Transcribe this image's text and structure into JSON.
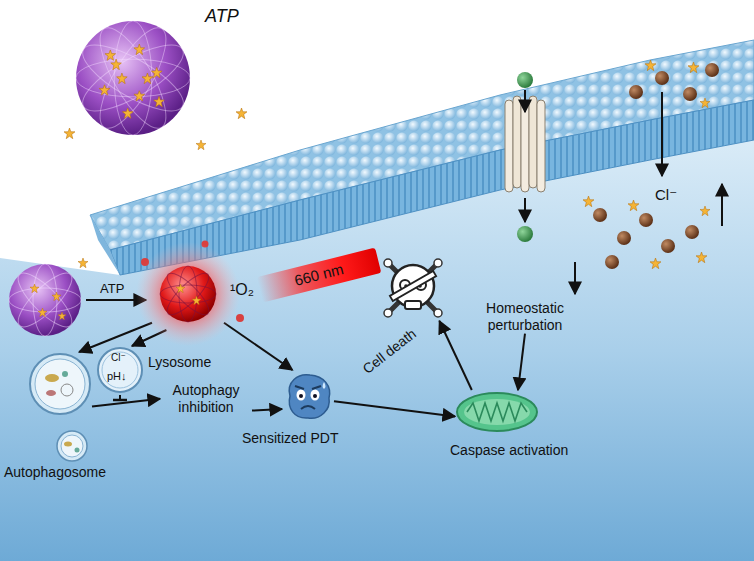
{
  "diagram": {
    "nodes": [
      {
        "text": [
          "ATP"
        ]
      },
      {
        "text": [
          "660 nm"
        ]
      },
      {
        "text": [
          "¹O₂"
        ]
      },
      {
        "text": [
          "Cl⁻",
          "pH↓",
          "Lysosome"
        ]
      },
      {
        "text": [
          "Autophagosome"
        ]
      },
      {
        "text": [
          "Autophagy inhibition"
        ]
      },
      {
        "text": [
          "Sensitized PDT"
        ]
      },
      {
        "text": [
          "Cell death"
        ]
      },
      {
        "text": [
          "Homeostatic perturbation"
        ]
      },
      {
        "text": [
          "Caspase activation"
        ]
      }
    ],
    "edges": [
      {
        "from": 2,
        "to": 4,
        "arrow": "to"
      },
      {
        "from": 2,
        "to": 3,
        "arrow": "to"
      },
      {
        "from": 2,
        "to": 6,
        "arrow": "to"
      },
      {
        "from": 4,
        "to": 5,
        "arrow": "to"
      },
      {
        "from": 5,
        "to": 6,
        "arrow": "to"
      },
      {
        "from": 6,
        "to": 9,
        "arrow": "to"
      },
      {
        "from": 9,
        "to": 7,
        "arrow": "to"
      },
      {
        "from": 8,
        "to": 9,
        "arrow": "to"
      }
    ],
    "labels": [
      "Cl⁻",
      "ATP"
    ]
  }
}
